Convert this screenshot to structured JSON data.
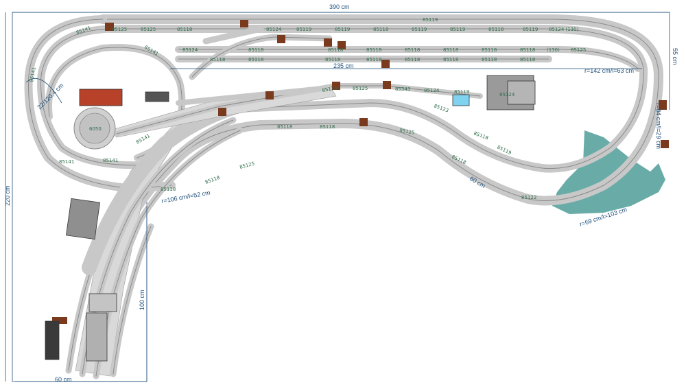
{
  "dimensions": {
    "width_top": "390 cm",
    "height_left": "220 cm",
    "right_upper": "55 cm",
    "bottom_width": "60 cm",
    "branch_height": "100 cm",
    "inner_mid": "235 cm",
    "mid_right": "60 cm",
    "radius_main": "r=84 cm/l=29 cm",
    "radius_low": "r=69 cm/l=103 cm",
    "radius_left": "r=106 cm/l=52 cm",
    "radius_right_top": "r=142 cm/l=63 cm",
    "angle_left": "22/120,4 cm"
  },
  "track_labels": {
    "top_row": [
      "85125",
      "85125",
      "85118",
      "85124",
      "85119",
      "85119",
      "85118",
      "85119",
      "85119",
      "85118",
      "85119",
      "85119",
      "85124 (130)"
    ],
    "second_row": [
      "85124",
      "85118",
      "85118",
      "85118",
      "85118",
      "85118",
      "85118",
      "85118",
      "(130)",
      "85125"
    ],
    "third_row": [
      "85118",
      "85118",
      "85118",
      "85118",
      "85118",
      "85118",
      "85118",
      "85118"
    ],
    "left_loop": [
      "85141",
      "85141",
      "85141",
      "85141",
      "85141",
      "85141"
    ],
    "middle": [
      "85125",
      "85343",
      "85124",
      "85119",
      "85118",
      "85118",
      "85124",
      "85123",
      "85124"
    ],
    "lower": [
      "85118",
      "85125",
      "85118",
      "85119",
      "85118",
      "85125",
      "85122",
      "85118"
    ],
    "turntable": "6050"
  },
  "colors": {
    "dimension": "#1d4f7a",
    "track_label": "#2e6e4a",
    "water": "#4f9e98",
    "depot_roof": "#b8412a",
    "signal_box": "#7a3a1e"
  }
}
